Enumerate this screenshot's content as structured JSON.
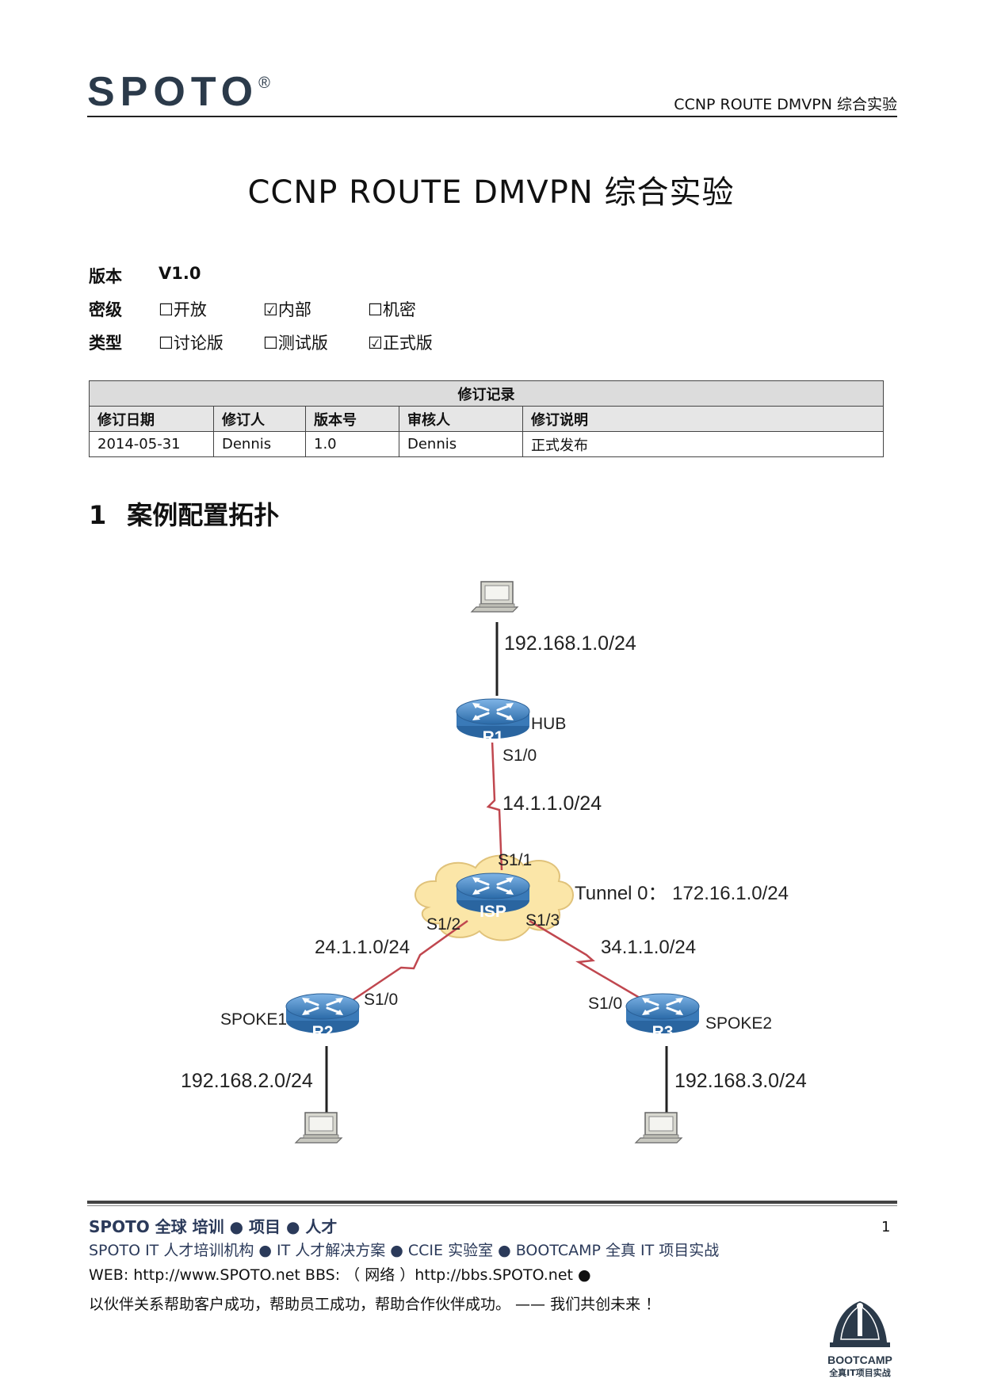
{
  "header": {
    "logo": "SPOTO",
    "logo_mark": "®",
    "right_title": "CCNP ROUTE DMVPN 综合实验"
  },
  "doc_title": "CCNP ROUTE DMVPN 综合实验",
  "meta": {
    "version_label": "版本",
    "version_value": "V1.0",
    "secret_label": "密级",
    "secret_options": [
      "☐开放",
      "☑内部",
      "☐机密"
    ],
    "type_label": "类型",
    "type_options": [
      "☐讨论版",
      "☐测试版",
      "☑正式版"
    ]
  },
  "revision_table": {
    "caption": "修订记录",
    "headers": [
      "修订日期",
      "修订人",
      "版本号",
      "审核人",
      "修订说明"
    ],
    "rows": [
      [
        "2014-05-31",
        "Dennis",
        "1.0",
        "Dennis",
        "正式发布"
      ]
    ]
  },
  "section": {
    "number": "1",
    "title": "案例配置拓扑"
  },
  "topology": {
    "net_top": "192.168.1.0/24",
    "r1_name": "R1",
    "r1_role": "HUB",
    "r1_if": "S1/0",
    "link_r1_isp": "14.1.1.0/24",
    "isp_name": "ISP",
    "isp_if_top": "S1/1",
    "isp_if_left": "S1/2",
    "isp_if_right": "S1/3",
    "tunnel": "Tunnel 0：  172.16.1.0/24",
    "link_r2_isp": "24.1.1.0/24",
    "link_r3_isp": "34.1.1.0/24",
    "r2_name": "R2",
    "r2_role": "SPOKE1",
    "r2_if": "S1/0",
    "r3_name": "R3",
    "r3_role": "SPOKE2",
    "r3_if": "S1/0",
    "net_left": "192.168.2.0/24",
    "net_right": "192.168.3.0/24"
  },
  "footer": {
    "line1": "SPOTO  全球    培训  ●  项目  ●  人才",
    "line2": "SPOTO IT 人才培训机构    ●    IT 人才解决方案    ●    CCIE 实验室    ●    BOOTCAMP  全真 IT 项目实战",
    "line3": "WEB: http://www.SPOTO.net      BBS:   （ 网络 ）http://bbs.SPOTO.net    ●",
    "line4": "以伙伴关系帮助客户成功，帮助员工成功，帮助合作伙伴成功。    ——    我们共创未来   ！",
    "page_number": "1",
    "bootcamp_title": "BOOTCAMP",
    "bootcamp_sub": "全真IT项目实战"
  },
  "colors": {
    "serial_link": "#c0474f",
    "router_blue": "#3b82c4",
    "cloud": "#fbe6a8",
    "logo": "#2b3a4a"
  }
}
